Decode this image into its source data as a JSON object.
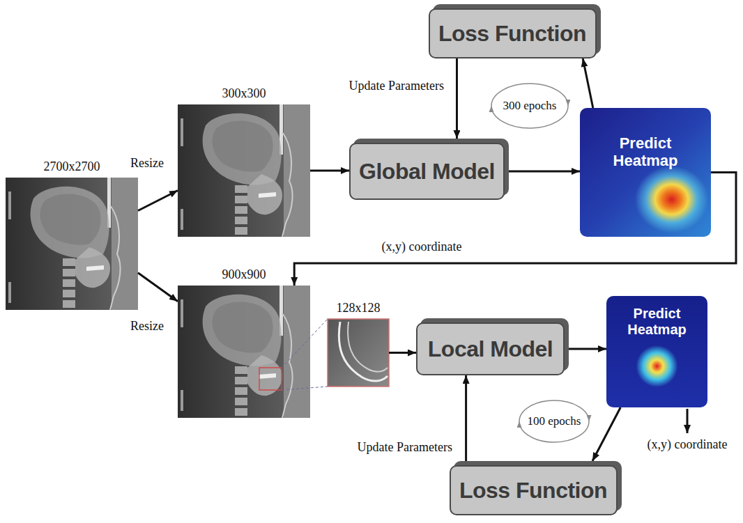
{
  "diagram": {
    "nodes": [
      {
        "text": [
          "2700x2700"
        ]
      },
      {
        "text": [
          "300x300"
        ]
      },
      {
        "text": [
          "Loss Function"
        ]
      },
      {
        "text": [
          "Global Model"
        ]
      },
      {
        "text": [
          "Predict Heatmap"
        ]
      },
      {
        "text": [
          "900x900"
        ]
      },
      {
        "text": [
          "128x128"
        ]
      },
      {
        "text": [
          "Local Model"
        ]
      },
      {
        "text": [
          "Predict Heatmap"
        ]
      },
      {
        "text": [
          "Loss Function"
        ]
      }
    ],
    "edges": [
      {
        "from": 0,
        "to": 1,
        "arrow": "to",
        "label": "Resize"
      },
      {
        "from": 0,
        "to": 5,
        "arrow": "to",
        "label": "Resize"
      },
      {
        "from": 1,
        "to": 3,
        "arrow": "to"
      },
      {
        "from": 3,
        "to": 4,
        "arrow": "to"
      },
      {
        "from": 4,
        "to": 2,
        "arrow": "to"
      },
      {
        "from": 2,
        "to": 3,
        "arrow": "to",
        "label": "Update Parameters"
      },
      {
        "from": 4,
        "to": 5,
        "arrow": "to",
        "label": "(x,y) coordinate"
      },
      {
        "from": 6,
        "to": 7,
        "arrow": "to"
      },
      {
        "from": 7,
        "to": 8,
        "arrow": "to"
      },
      {
        "from": 8,
        "to": 9,
        "arrow": "to"
      },
      {
        "from": 9,
        "to": 7,
        "arrow": "to",
        "label": "Update Parameters"
      }
    ],
    "labels": [
      "300 epochs",
      "100 epochs",
      "(x,y) coordinate"
    ]
  }
}
